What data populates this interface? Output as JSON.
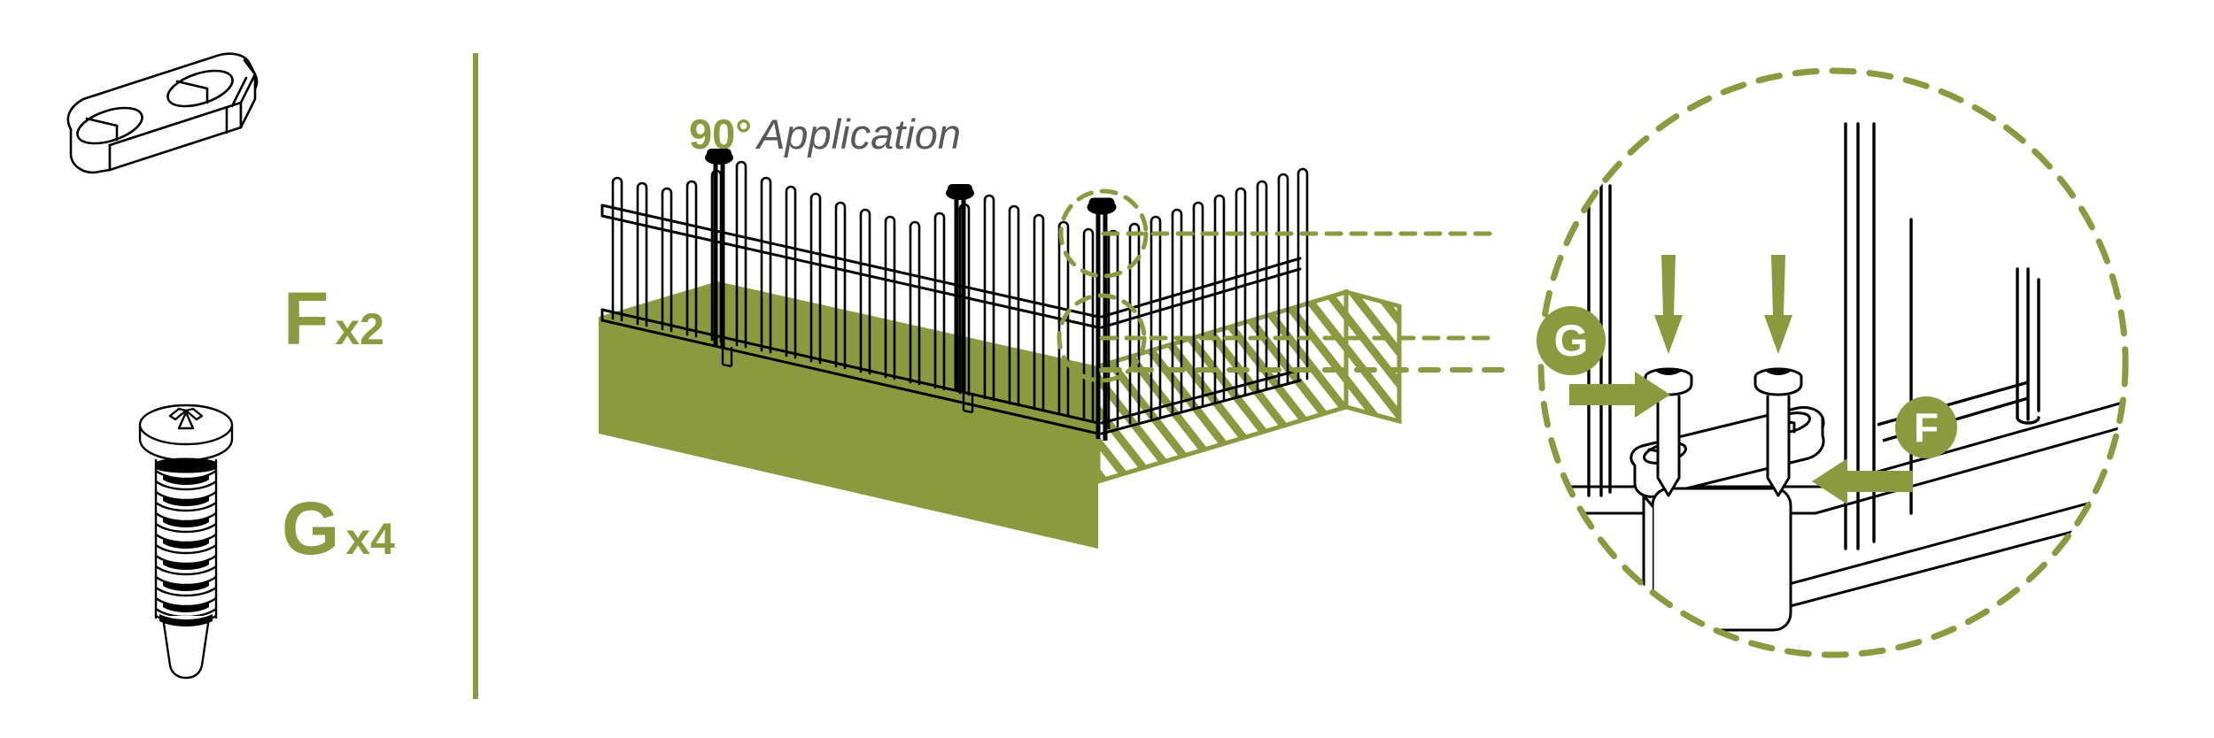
{
  "document": {
    "type": "installation-instruction-diagram",
    "title": "90° Application",
    "background_color": "#ffffff"
  },
  "theme": {
    "accent_green": "#8B9A3E",
    "line_black": "#000000",
    "title_gray": "#58595B"
  },
  "parts_legend": {
    "divider_color": "#8B9A3E",
    "items": [
      {
        "id": "F",
        "letter": "F",
        "quantity": "x2",
        "icon": "bracket-plate-icon",
        "description": "Flat mounting bracket plate with two countersunk oval holes"
      },
      {
        "id": "G",
        "letter": "G",
        "quantity": "x4",
        "icon": "screw-icon",
        "description": "Phillips pan-head self-drilling screw"
      }
    ]
  },
  "main_illustration": {
    "title_degree": "90°",
    "title_word": "Application",
    "icon": "fence-on-deck-icon",
    "deck_color": "#8B9A3E",
    "hatch_color": "#8B9A3E",
    "callout_circles": [
      {
        "name": "upper-detail-circle",
        "style": "dashed"
      },
      {
        "name": "lower-detail-circle",
        "style": "dashed"
      }
    ],
    "leader_line": {
      "name": "detail-leader-line",
      "style": "dashed"
    }
  },
  "detail_view": {
    "icon": "corner-post-detail-icon",
    "boundary": {
      "name": "detail-boundary-circle",
      "style": "dashed"
    },
    "annotations": [
      {
        "badge": "G",
        "arrow_direction": "right",
        "points_to": "self-drilling-screws",
        "count_shown": 2
      },
      {
        "badge": "F",
        "arrow_direction": "left",
        "points_to": "bracket-plate-on-post-cap"
      }
    ],
    "down_arrows": [
      {
        "name": "screw-insert-arrow-1",
        "direction": "down"
      },
      {
        "name": "screw-insert-arrow-2",
        "direction": "down"
      }
    ]
  }
}
